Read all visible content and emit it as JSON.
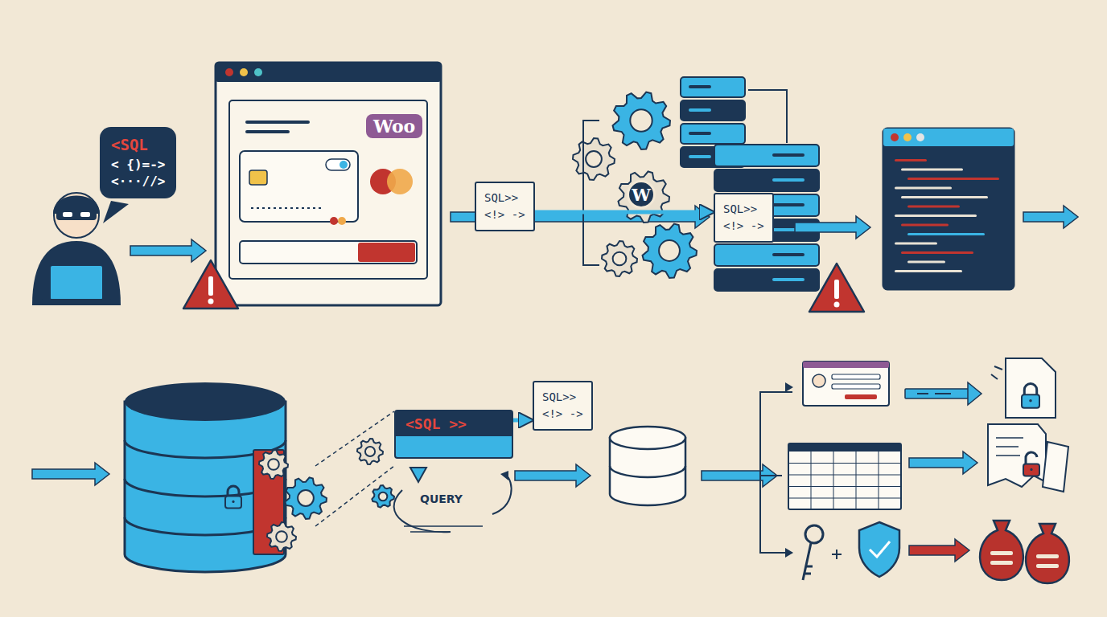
{
  "diagram": {
    "nodes": [
      {
        "text": [
          "<SQL",
          "< {)=->",
          "<···//>"
        ]
      },
      {
        "text": [
          "Woo"
        ]
      },
      {
        "text": [
          "SQL>>",
          "<!> ->"
        ]
      },
      {
        "text": [
          "W"
        ]
      },
      {
        "text": [
          "SQL>>",
          "<!> ->"
        ]
      },
      {
        "text": [
          "<SQL >>",
          "QUERY"
        ]
      },
      {
        "text": [
          "SQL>>",
          "<!> ->"
        ]
      }
    ],
    "edges": [
      {
        "from": 2,
        "to": 4,
        "arrow": "to"
      },
      {
        "from": 5,
        "to": 6,
        "arrow": "to"
      }
    ]
  }
}
